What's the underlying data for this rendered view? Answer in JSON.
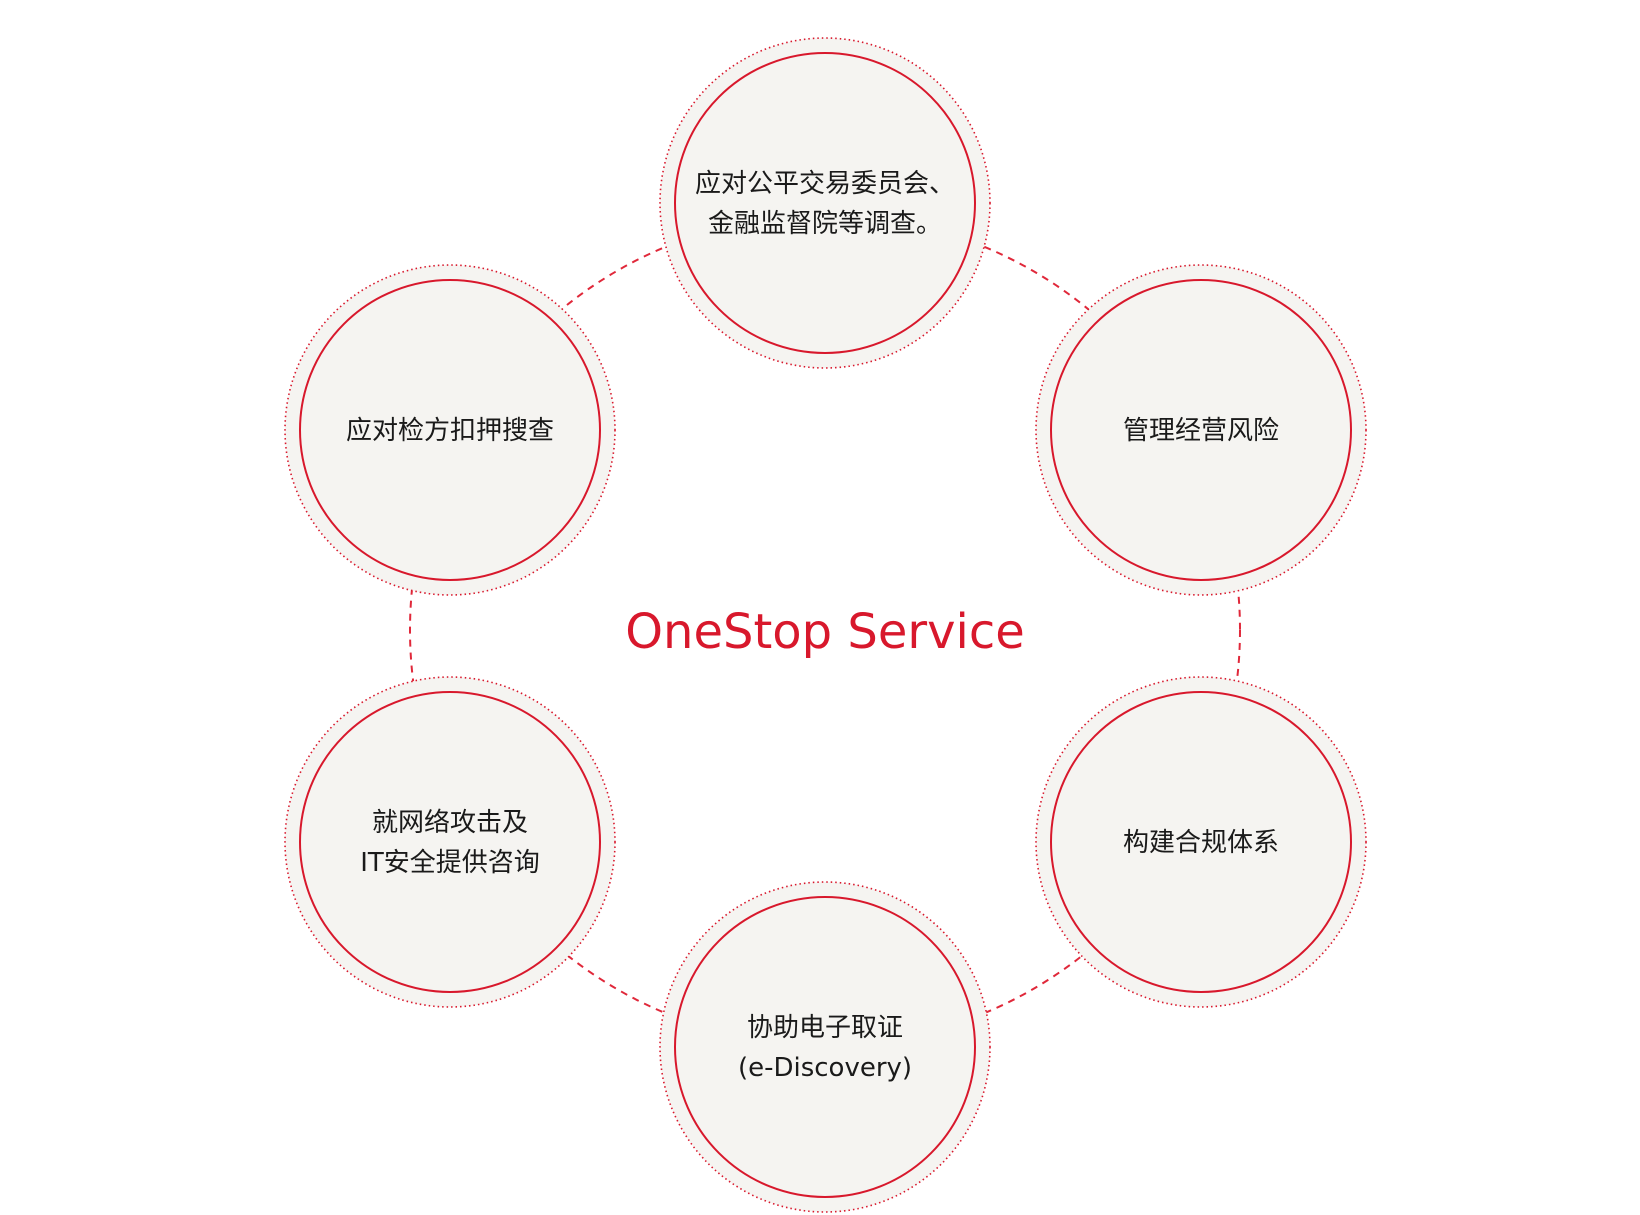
{
  "center": {
    "title": "OneStop Service"
  },
  "nodes": [
    {
      "id": "ftc-fss",
      "lines": [
        "应对公平交易委员会、",
        "金融监督院等调查。"
      ]
    },
    {
      "id": "business-risk",
      "lines": [
        "管理经营风险"
      ]
    },
    {
      "id": "compliance",
      "lines": [
        "构建合规体系"
      ]
    },
    {
      "id": "e-discovery",
      "lines": [
        "协助电子取证",
        "(e-Discovery)"
      ]
    },
    {
      "id": "cyber-it",
      "lines": [
        "就网络攻击及",
        "IT安全提供咨询"
      ]
    },
    {
      "id": "prosecutor",
      "lines": [
        "应对检方扣押搜查"
      ]
    }
  ],
  "colors": {
    "accent": "#d8182c",
    "node_fill": "#f5f4f1",
    "connector": "#e0283a"
  }
}
